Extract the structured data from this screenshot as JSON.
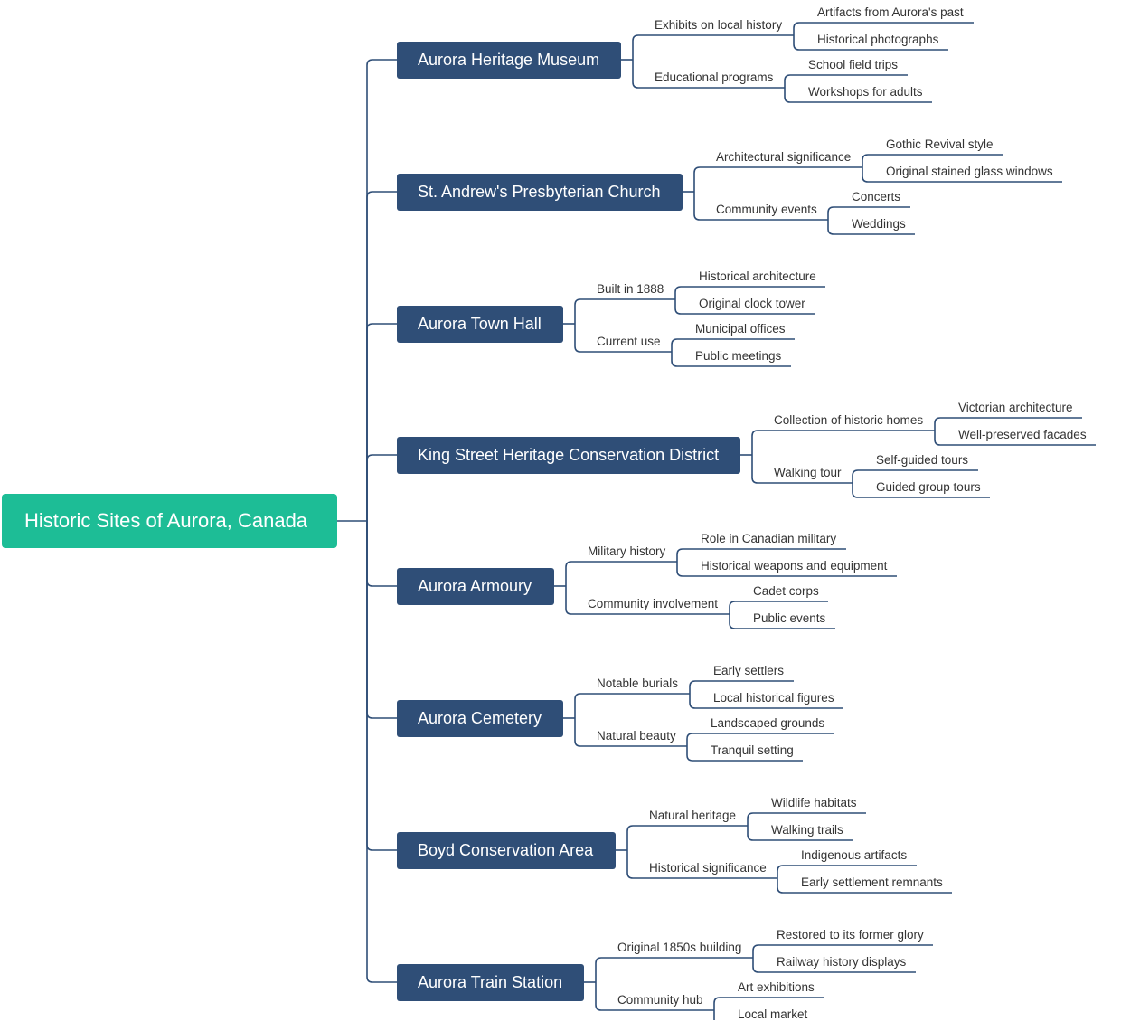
{
  "root": {
    "label": "Historic Sites of Aurora, Canada",
    "color": "#1dbd96"
  },
  "topic_color": "#2f4e77",
  "line_color": "#2f4e77",
  "topics": [
    {
      "label": "Aurora Heritage Museum",
      "children": [
        {
          "label": "Exhibits on local history",
          "children": [
            "Artifacts from Aurora's past",
            "Historical photographs"
          ]
        },
        {
          "label": "Educational programs",
          "children": [
            "School field trips",
            "Workshops for adults"
          ]
        }
      ]
    },
    {
      "label": "St. Andrew's Presbyterian Church",
      "children": [
        {
          "label": "Architectural significance",
          "children": [
            "Gothic Revival style",
            "Original stained glass windows"
          ]
        },
        {
          "label": "Community events",
          "children": [
            "Concerts",
            "Weddings"
          ]
        }
      ]
    },
    {
      "label": "Aurora Town Hall",
      "children": [
        {
          "label": "Built in 1888",
          "children": [
            "Historical architecture",
            "Original clock tower"
          ]
        },
        {
          "label": "Current use",
          "children": [
            "Municipal offices",
            "Public meetings"
          ]
        }
      ]
    },
    {
      "label": "King Street Heritage Conservation District",
      "children": [
        {
          "label": "Collection of historic homes",
          "children": [
            "Victorian architecture",
            "Well-preserved facades"
          ]
        },
        {
          "label": "Walking tour",
          "children": [
            "Self-guided tours",
            "Guided group tours"
          ]
        }
      ]
    },
    {
      "label": "Aurora Armoury",
      "children": [
        {
          "label": "Military history",
          "children": [
            "Role in Canadian military",
            "Historical weapons and equipment"
          ]
        },
        {
          "label": "Community involvement",
          "children": [
            "Cadet corps",
            "Public events"
          ]
        }
      ]
    },
    {
      "label": "Aurora Cemetery",
      "children": [
        {
          "label": "Notable burials",
          "children": [
            "Early settlers",
            "Local historical figures"
          ]
        },
        {
          "label": "Natural beauty",
          "children": [
            "Landscaped grounds",
            "Tranquil setting"
          ]
        }
      ]
    },
    {
      "label": "Boyd Conservation Area",
      "children": [
        {
          "label": "Natural heritage",
          "children": [
            "Wildlife habitats",
            "Walking trails"
          ]
        },
        {
          "label": "Historical significance",
          "children": [
            "Indigenous artifacts",
            "Early settlement remnants"
          ]
        }
      ]
    },
    {
      "label": "Aurora Train Station",
      "children": [
        {
          "label": "Original 1850s building",
          "children": [
            "Restored to its former glory",
            "Railway history displays"
          ]
        },
        {
          "label": "Community hub",
          "children": [
            "Art exhibitions",
            "Local market"
          ]
        }
      ]
    }
  ]
}
